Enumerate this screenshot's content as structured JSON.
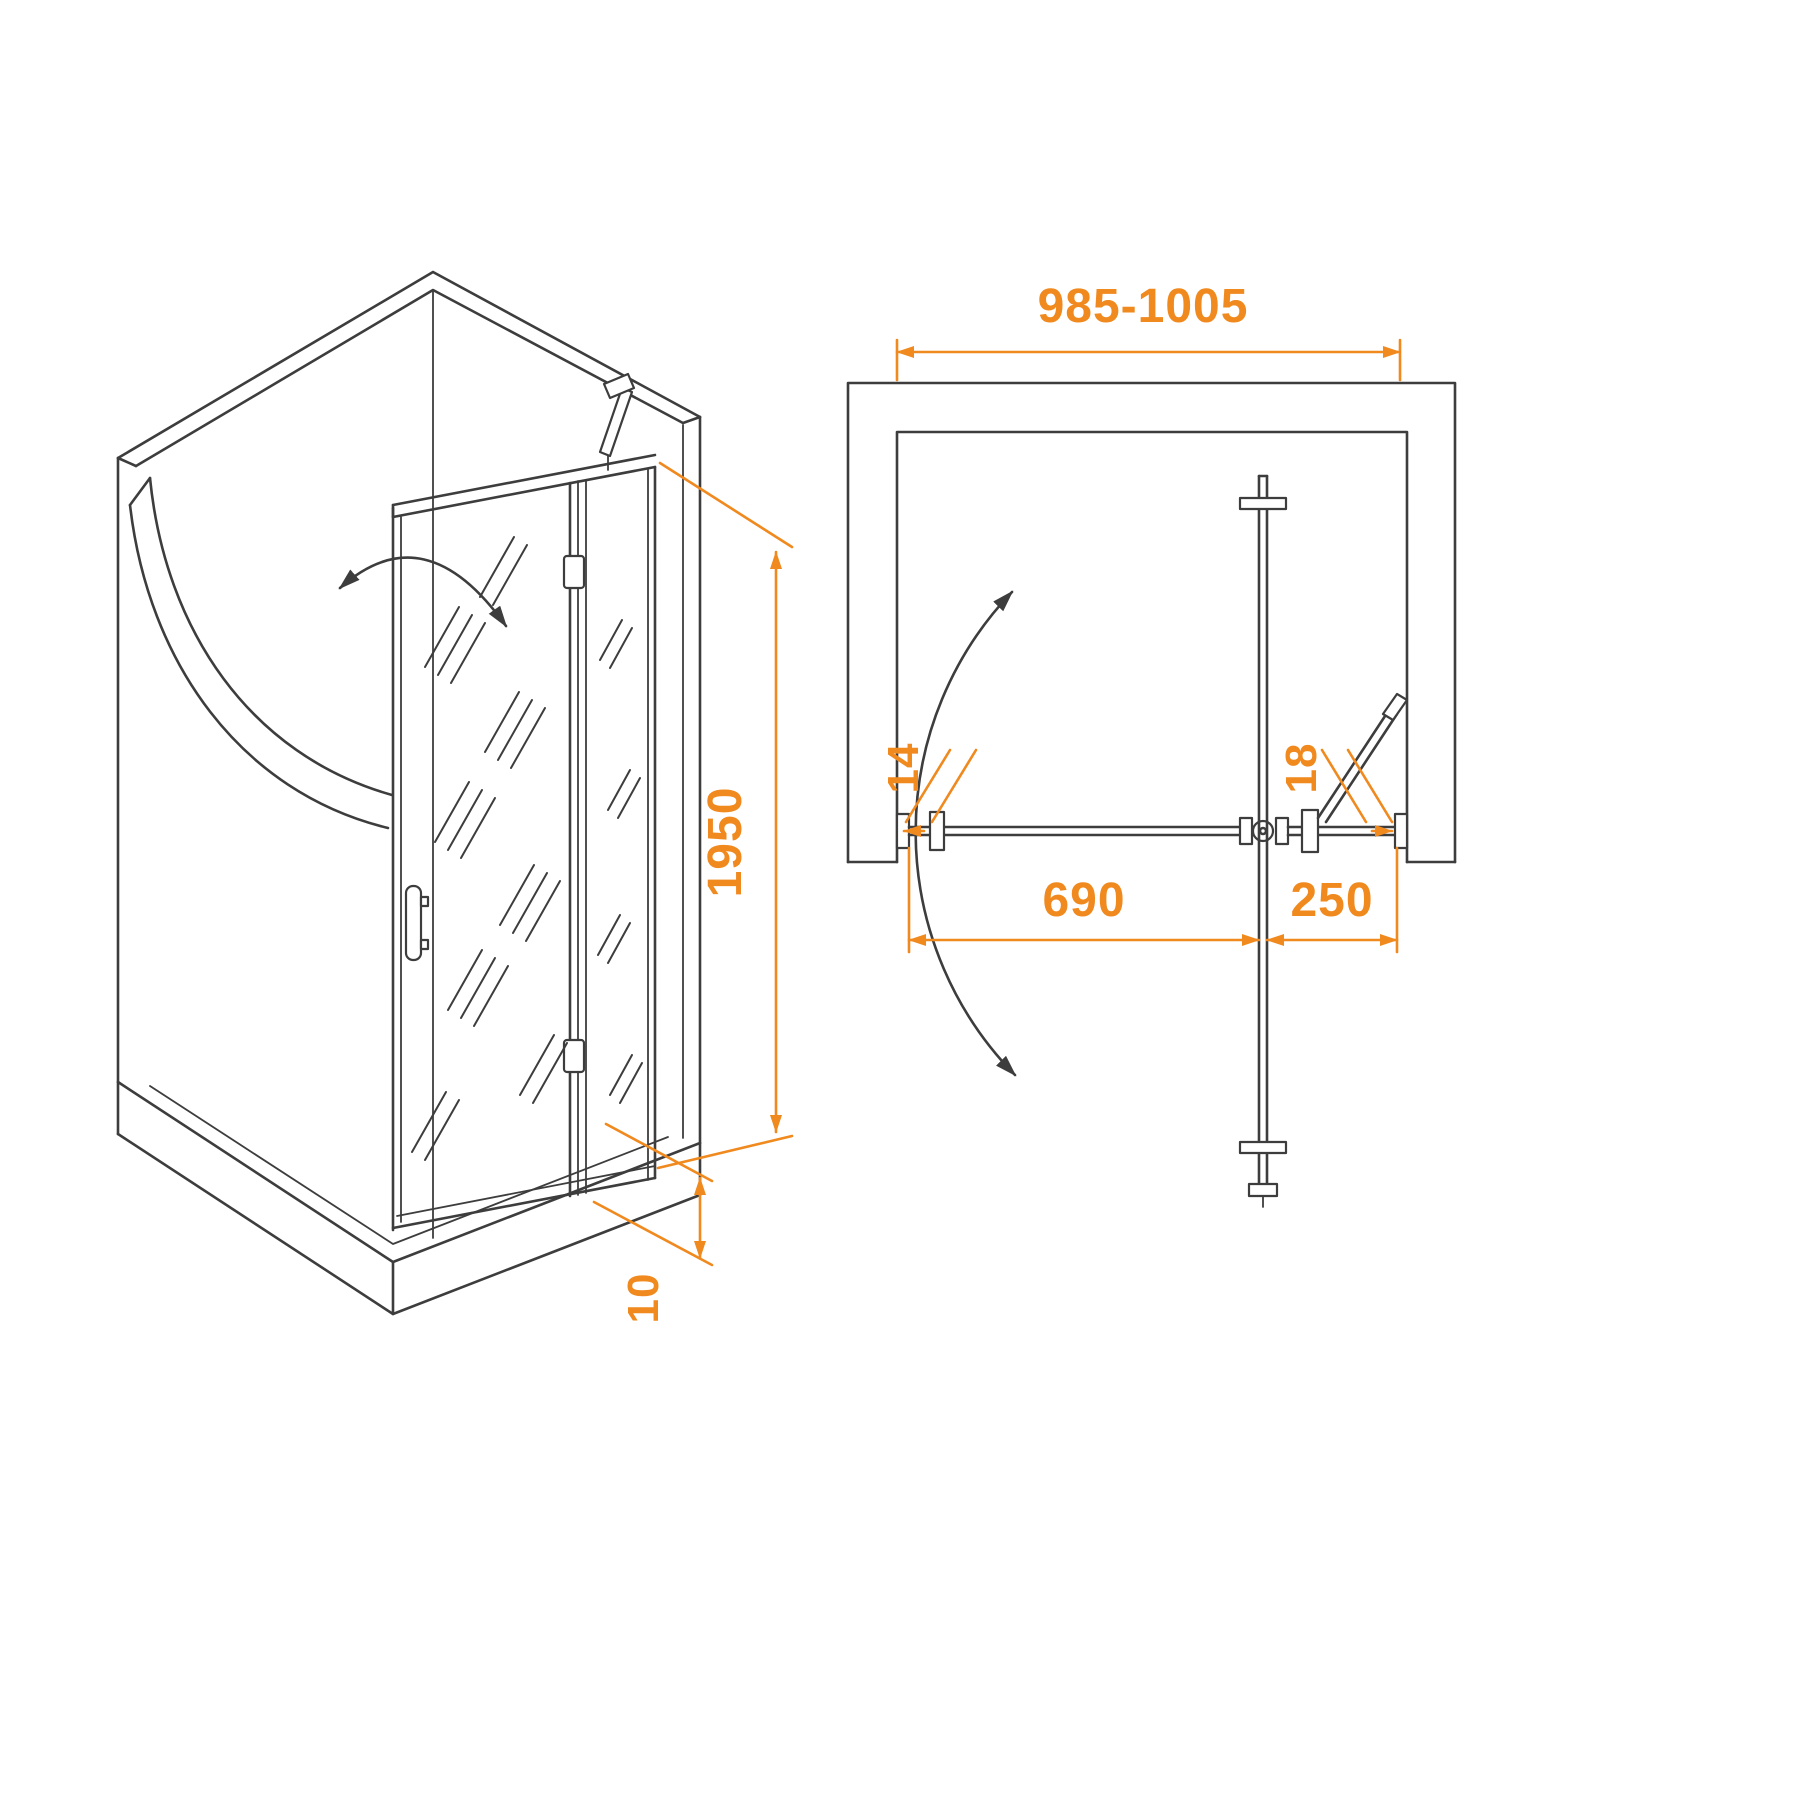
{
  "drawing": {
    "type": "technical-drawing",
    "subject": "shower enclosure with pivot door and fixed side panel",
    "colors": {
      "line": "#3d3d3d",
      "dimension": "#f0891e",
      "background": "#ffffff"
    },
    "isometric_view": {
      "dimensions": {
        "height": "1950",
        "tray_gap": "10"
      }
    },
    "plan_view": {
      "dimensions": {
        "overall_width": "985-1005",
        "door_width": "690",
        "fixed_panel_width": "250",
        "wall_profile_gap": "14",
        "panel_wall_gap": "18"
      }
    }
  }
}
